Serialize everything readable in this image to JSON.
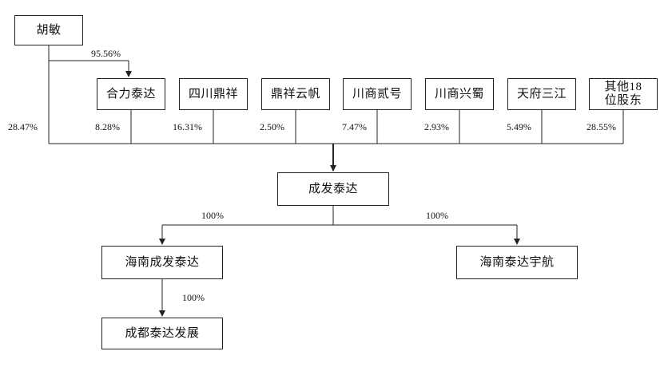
{
  "top": {
    "name": "胡敏",
    "pct_to_heli": "95.56%",
    "pct_direct": "28.47%"
  },
  "shareholders": [
    {
      "name": "合力泰达",
      "pct": "8.28%"
    },
    {
      "name": "四川鼎祥",
      "pct": "16.31%"
    },
    {
      "name": "鼎祥云帆",
      "pct": "2.50%"
    },
    {
      "name": "川商贰号",
      "pct": "7.47%"
    },
    {
      "name": "川商兴蜀",
      "pct": "2.93%"
    },
    {
      "name": "天府三江",
      "pct": "5.49%"
    },
    {
      "name": "其他18位股东",
      "pct": "28.55%"
    }
  ],
  "company": {
    "name": "成发泰达"
  },
  "subsidiaries": [
    {
      "name": "海南成发泰达",
      "pct": "100%"
    },
    {
      "name": "海南泰达宇航",
      "pct": "100%"
    }
  ],
  "grandchild": {
    "name": "成都泰达发展",
    "pct": "100%"
  }
}
